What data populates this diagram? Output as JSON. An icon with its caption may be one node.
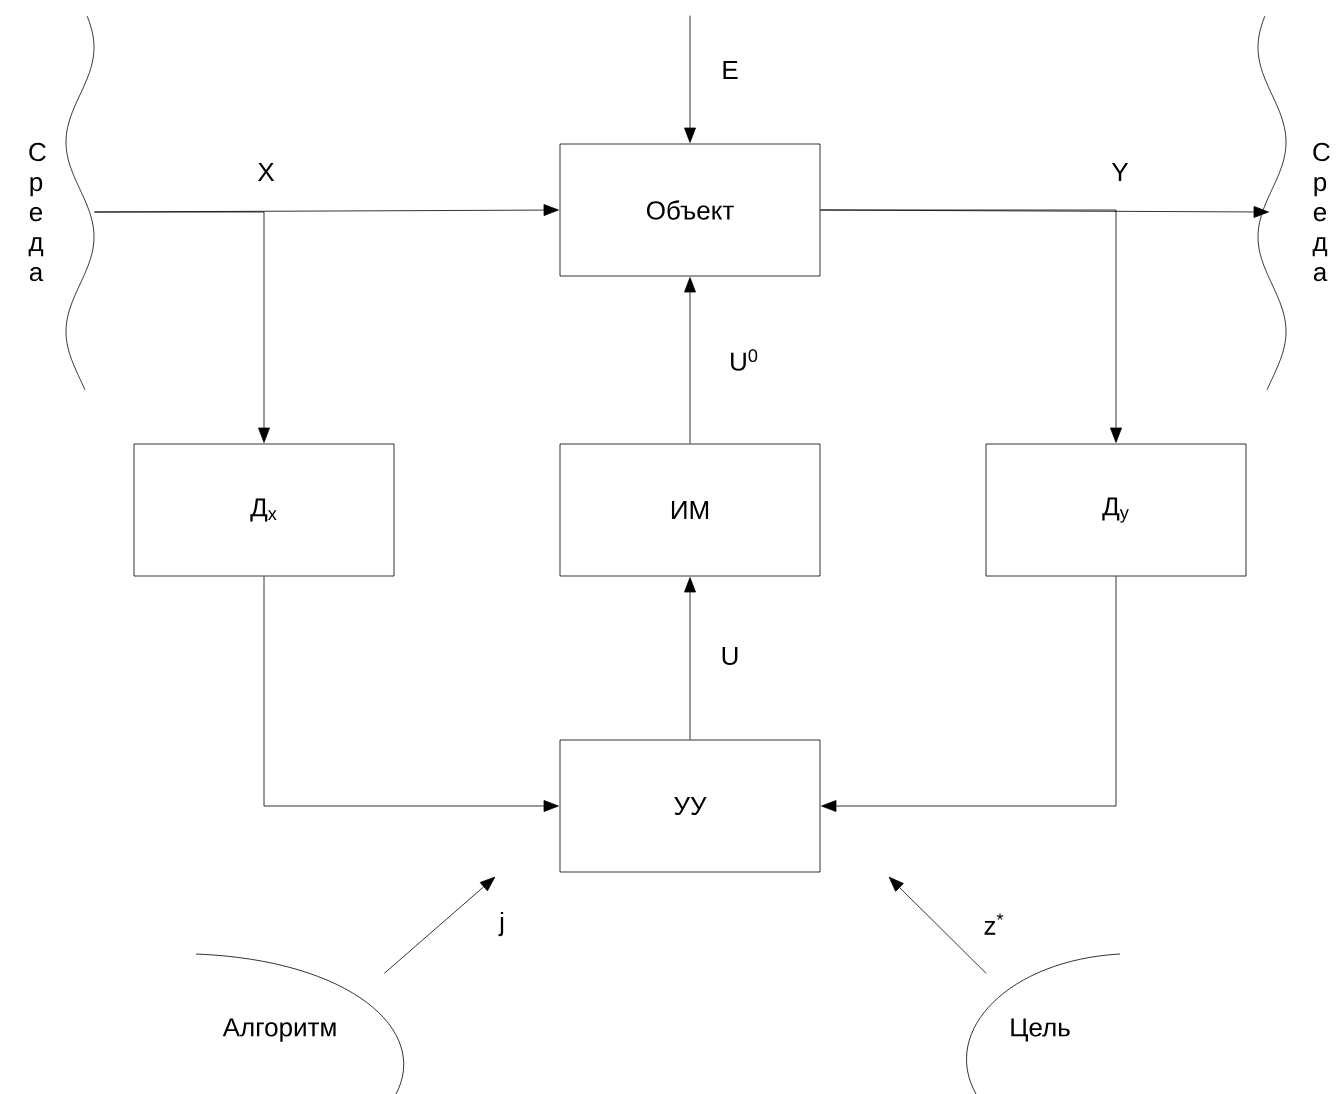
{
  "diagram": {
    "nodes": [
      {
        "text": [
          "Среда"
        ]
      },
      {
        "text": [
          "Объект"
        ]
      },
      {
        "text": [
          "Среда"
        ]
      },
      {
        "text": [
          "Д$_{x}$"
        ]
      },
      {
        "text": [
          "ИМ"
        ]
      },
      {
        "text": [
          "Д$_{y}$"
        ]
      },
      {
        "text": [
          "УУ"
        ]
      },
      {
        "text": [
          "Алгоритм"
        ]
      },
      {
        "text": [
          "Цель"
        ]
      }
    ],
    "edges": [
      {
        "from": null,
        "to": 1,
        "arrow": "to",
        "label": "E"
      },
      {
        "from": 0,
        "to": 1,
        "arrow": "to",
        "label": "X"
      },
      {
        "from": 0,
        "to": 3,
        "arrow": "to"
      },
      {
        "from": 1,
        "to": 2,
        "arrow": "to",
        "label": "Y"
      },
      {
        "from": 1,
        "to": 5,
        "arrow": "to"
      },
      {
        "from": 4,
        "to": 1,
        "arrow": "to",
        "label": "U$^{0}$"
      },
      {
        "from": 6,
        "to": 4,
        "arrow": "to",
        "label": "U"
      },
      {
        "from": 3,
        "to": 6,
        "arrow": "to"
      },
      {
        "from": 5,
        "to": 6,
        "arrow": "to"
      },
      {
        "from": 7,
        "to": 6,
        "arrow": "to",
        "label": "j"
      },
      {
        "from": 8,
        "to": 6,
        "arrow": "to",
        "label": "z$^{*}$"
      }
    ]
  }
}
